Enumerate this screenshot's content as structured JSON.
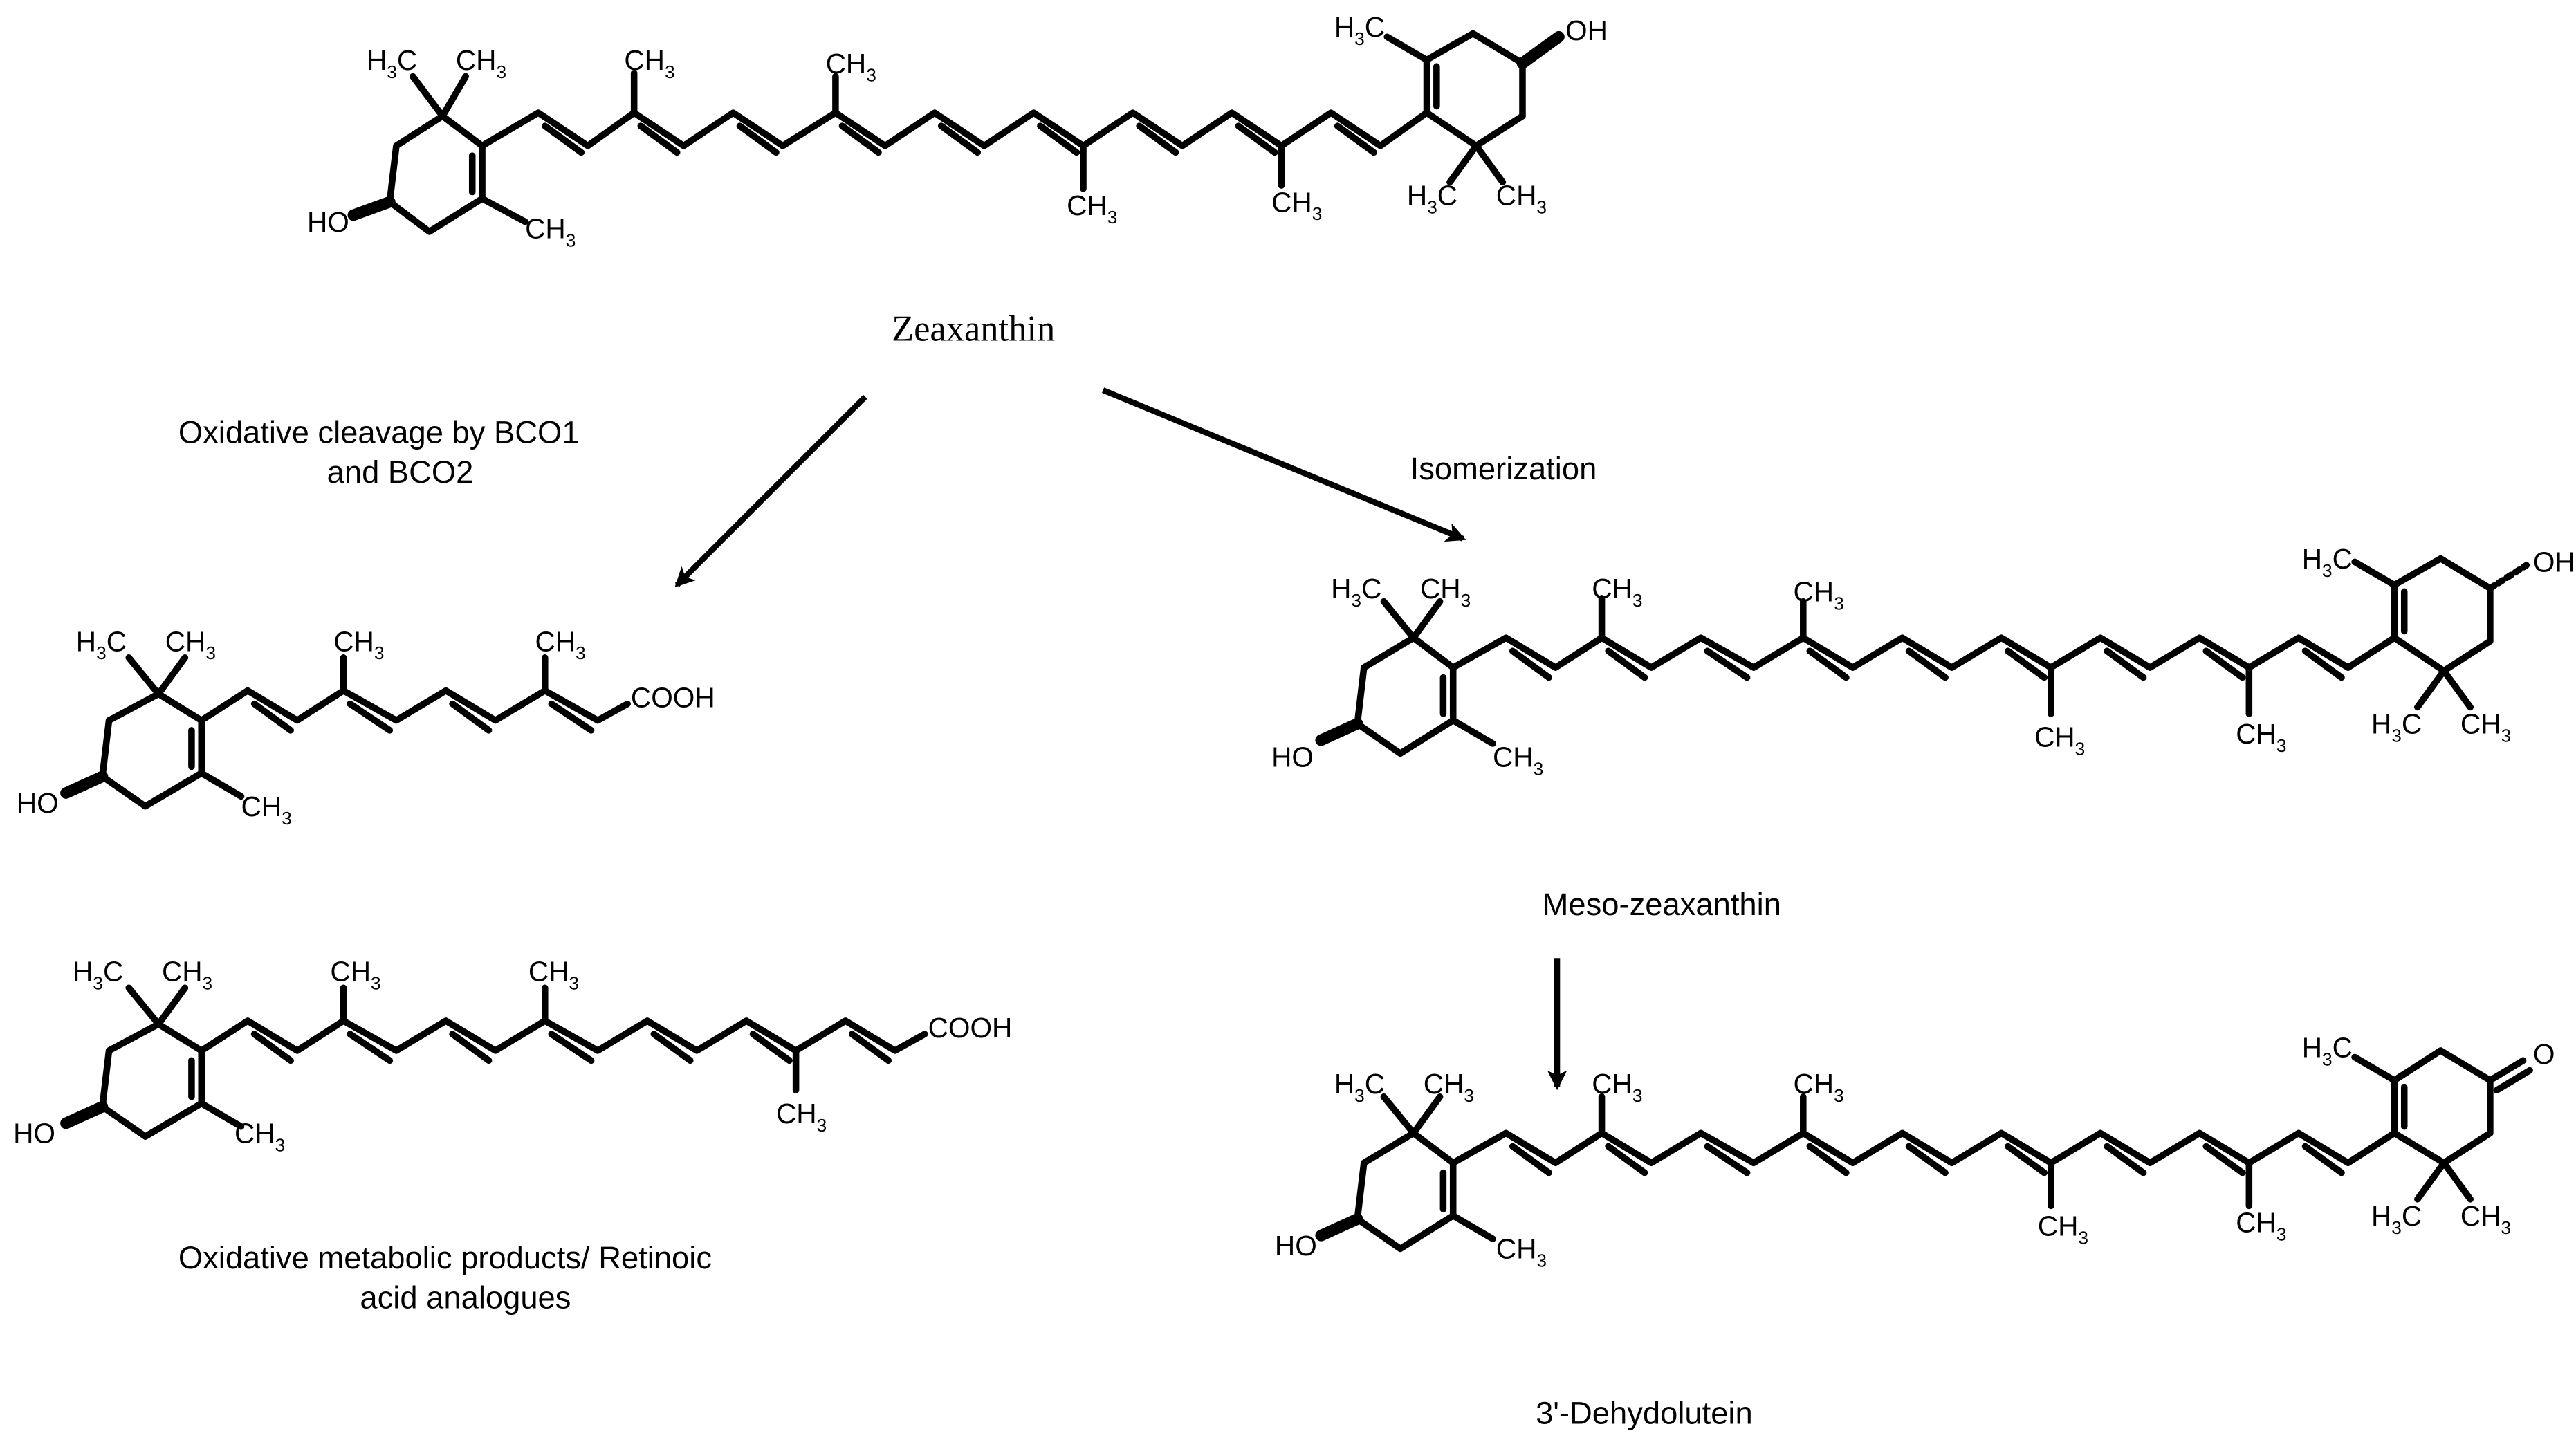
{
  "labels": {
    "zeaxanthin": "Zeaxanthin",
    "cleavage_line1": "Oxidative cleavage by BCO1",
    "cleavage_line2": "and BCO2",
    "isomerization": "Isomerization",
    "meso_zeaxanthin": "Meso-zeaxanthin",
    "products_line1": "Oxidative metabolic products/ Retinoic",
    "products_line2": "acid analogues",
    "dehydrolutein": "3'-Dehydolutein"
  },
  "atoms": {
    "ho": "HO",
    "oh": "OH",
    "o": "O",
    "cooh": "COOH",
    "ch": "CH",
    "hc": "H",
    "c": "C",
    "sub3": "3"
  },
  "colors": {
    "ink": "#000000",
    "background": "#ffffff"
  }
}
